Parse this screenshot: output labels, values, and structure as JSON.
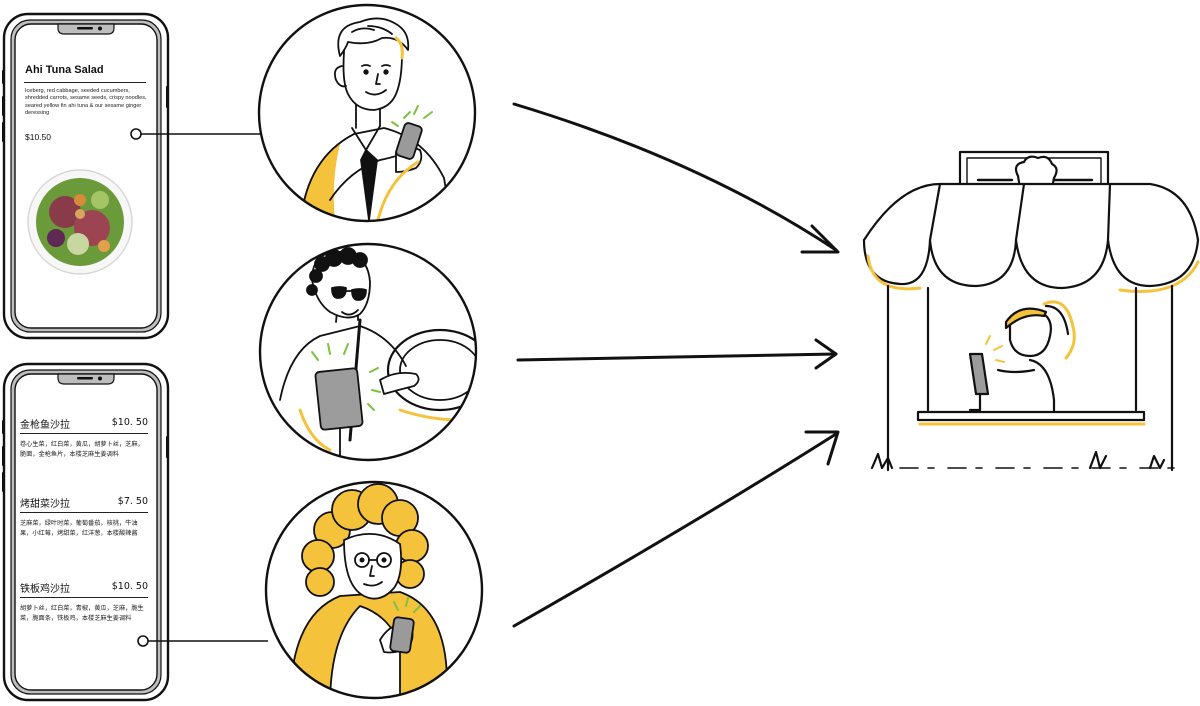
{
  "menu_english": {
    "item_title": "Ahi Tuna Salad",
    "item_description": "Iceberg, red cabbage, seeded cucumbers, shredded carrots, sesame seeds, crispy noodles, seared yellow fin ahi tuna & our sesame ginger deressing",
    "item_price": "$10.50"
  },
  "menu_chinese": {
    "items": [
      {
        "name": "金枪鱼沙拉",
        "price": "$10. 50",
        "description": "卷心生菜，红白菜，黄瓜，胡萝卜丝，芝麻，脆面，金枪鱼片，本楼芝麻生姜调料"
      },
      {
        "name": "烤甜菜沙拉",
        "price": "$7. 50",
        "description": "芝麻菜，绿叶时菜，葡萄番茄，核桃，牛油果，小红莓，烤甜菜，红洋葱，本楼酸辣酱"
      },
      {
        "name": "铁板鸡沙拉",
        "price": "$10. 50",
        "description": "胡萝卜丝，红白菜，青椒，黄瓜，芝麻，脆生菜，脆面条，铁板鸡，本楼芝麻生姜调料"
      }
    ]
  },
  "people": [
    {
      "icon": "businessman-with-phone-icon"
    },
    {
      "icon": "driver-with-tablet-icon"
    },
    {
      "icon": "elderly-woman-with-phone-icon"
    }
  ],
  "kiosk": {
    "icon": "food-kiosk-icon",
    "sign_icon": "chef-hat-icon",
    "worker_icon": "vendor-with-terminal-icon"
  },
  "colors": {
    "ink": "#111111",
    "accent_yellow": "#F5C33B",
    "phone_gray": "#9a9a9a",
    "tablet_gray": "#9c9c9c"
  }
}
